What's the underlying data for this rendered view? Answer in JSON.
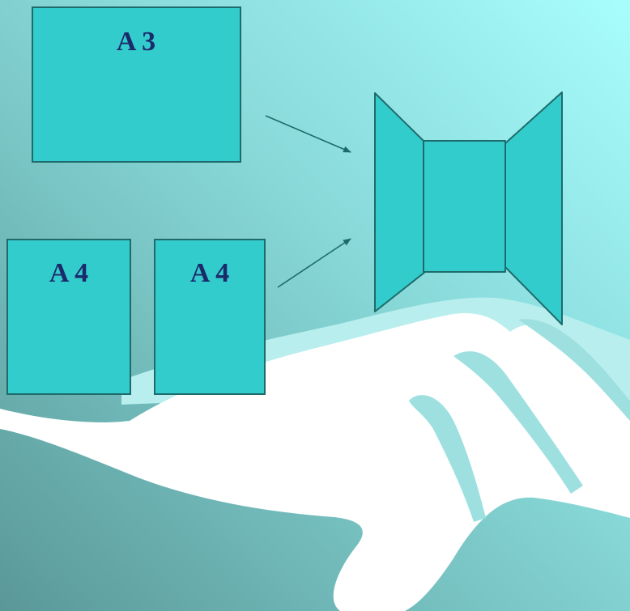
{
  "papers": [
    {
      "label": "A 3"
    },
    {
      "label": "A 4"
    },
    {
      "label": "A 4"
    }
  ],
  "colors": {
    "paper_fill": "#33cccc",
    "paper_stroke": "#1f6b6b",
    "label_text": "#1b2a6b",
    "background_dark": "#5f9e9e",
    "background_light": "#a6fbfb",
    "hand_white": "#ffffff",
    "hand_light": "#b9eeee",
    "arrow": "#1f6b6b"
  },
  "icons": {
    "result": "folded-triptych-icon",
    "hand": "hand-silhouette-icon"
  }
}
